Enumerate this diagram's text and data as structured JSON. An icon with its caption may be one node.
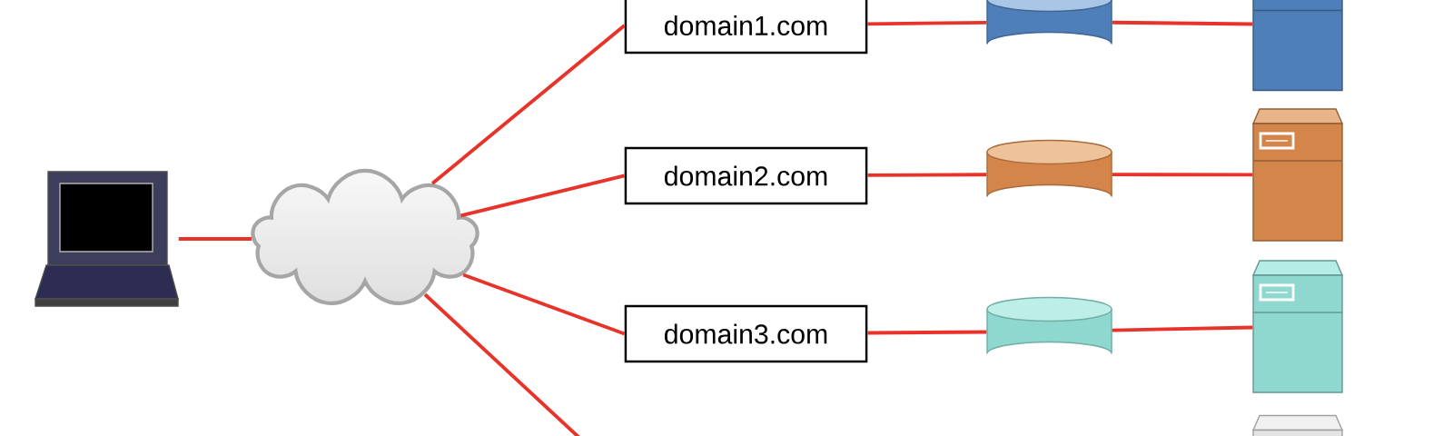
{
  "diagram": {
    "nodes": [
      {
        "text": [],
        "shape": "picture"
      },
      {
        "text": [],
        "shape": "cloud"
      },
      {
        "text": [
          "domain1.com"
        ]
      },
      {
        "text": [
          "domain2.com"
        ]
      },
      {
        "text": [
          "domain3.com"
        ]
      },
      {
        "text": [],
        "shape": "cylinder"
      },
      {
        "text": [],
        "shape": "cylinder"
      },
      {
        "text": [],
        "shape": "cylinder"
      },
      {
        "text": [],
        "shape": "picture"
      },
      {
        "text": [],
        "shape": "picture"
      },
      {
        "text": [],
        "shape": "picture"
      },
      {
        "text": [],
        "shape": "box"
      }
    ],
    "edges": [
      {
        "from": 0,
        "to": 1,
        "arrow": "none"
      },
      {
        "from": 1,
        "to": 2,
        "arrow": "none"
      },
      {
        "from": 1,
        "to": 3,
        "arrow": "none"
      },
      {
        "from": 1,
        "to": 4,
        "arrow": "none"
      },
      {
        "from": 1,
        "to": null,
        "arrow": "none"
      },
      {
        "from": 2,
        "to": 5,
        "arrow": "none"
      },
      {
        "from": 5,
        "to": 8,
        "arrow": "none"
      },
      {
        "from": 3,
        "to": 6,
        "arrow": "none"
      },
      {
        "from": 6,
        "to": 9,
        "arrow": "none"
      },
      {
        "from": 4,
        "to": 7,
        "arrow": "none"
      },
      {
        "from": 7,
        "to": 10,
        "arrow": "none"
      }
    ]
  }
}
